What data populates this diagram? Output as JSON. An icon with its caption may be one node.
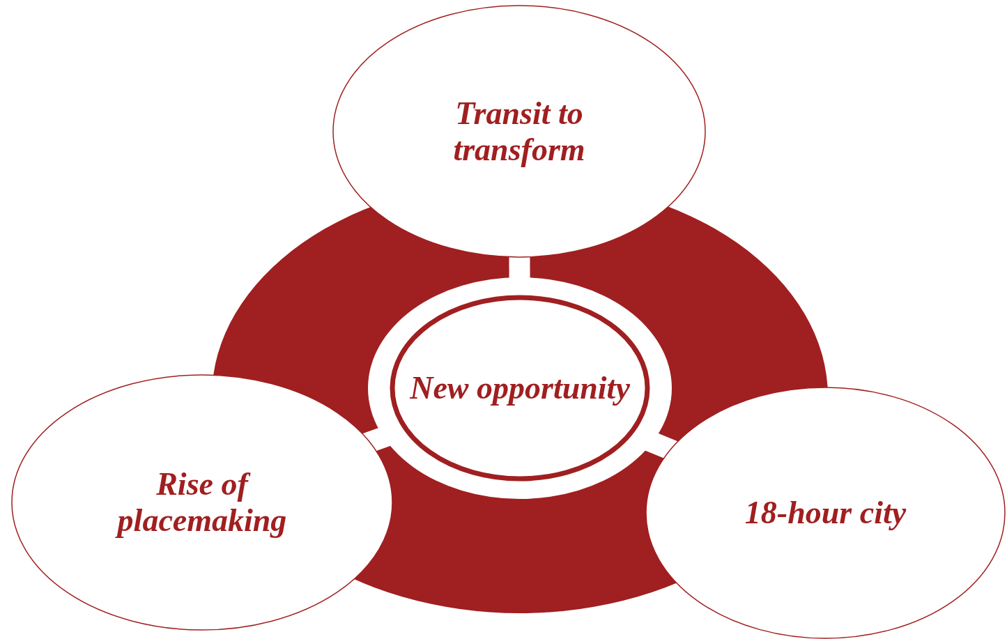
{
  "diagram": {
    "nodes": [
      {
        "text": [
          "Transit to transform"
        ]
      },
      {
        "text": [
          "New opportunity"
        ]
      },
      {
        "text": [
          "Rise of placemaking"
        ]
      },
      {
        "text": [
          "18-hour city"
        ]
      }
    ],
    "edges": [
      {
        "from": 1,
        "to": 0,
        "arrow": "none"
      },
      {
        "from": 1,
        "to": 2,
        "arrow": "none"
      },
      {
        "from": 1,
        "to": 3,
        "arrow": "none"
      }
    ]
  }
}
